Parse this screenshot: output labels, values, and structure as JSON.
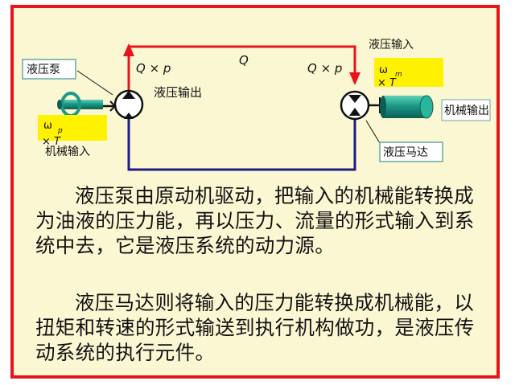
{
  "diagram": {
    "pump_label": "液压泵",
    "pump_output_label": "液压输出",
    "flow_label": "Q",
    "product_left": "Q × p",
    "product_right": "Q × p",
    "motor_input_label": "液压输入",
    "motor_label": "液压马达",
    "mechanical_output_label": "机械输出",
    "mechanical_input_label": "机械输入",
    "omega_p": "ω",
    "omega_p_sub": "p",
    "times_T_p": "× T",
    "omega_m": "ω",
    "omega_m_sub": "m",
    "times_T_m": "× T",
    "colors": {
      "frame": "#e8141b",
      "background": "#fbf7d3",
      "pipe_high": "#e8141b",
      "pipe_low": "#1c1c86",
      "highlight": "#fff200",
      "shaft": "#1a9a86",
      "callout_border": "#6aa7a0"
    }
  },
  "text": {
    "paragraph_1": "液压泵由原动机驱动，把输入的机械能转换成为油液的压力能，再以压力、流量的形式输入到系统中去，它是液压系统的动力源。",
    "paragraph_2": "液压马达则将输入的压力能转换成机械能，以扭矩和转速的形式输送到执行机构做功，是液压传动系统的执行元件。"
  }
}
